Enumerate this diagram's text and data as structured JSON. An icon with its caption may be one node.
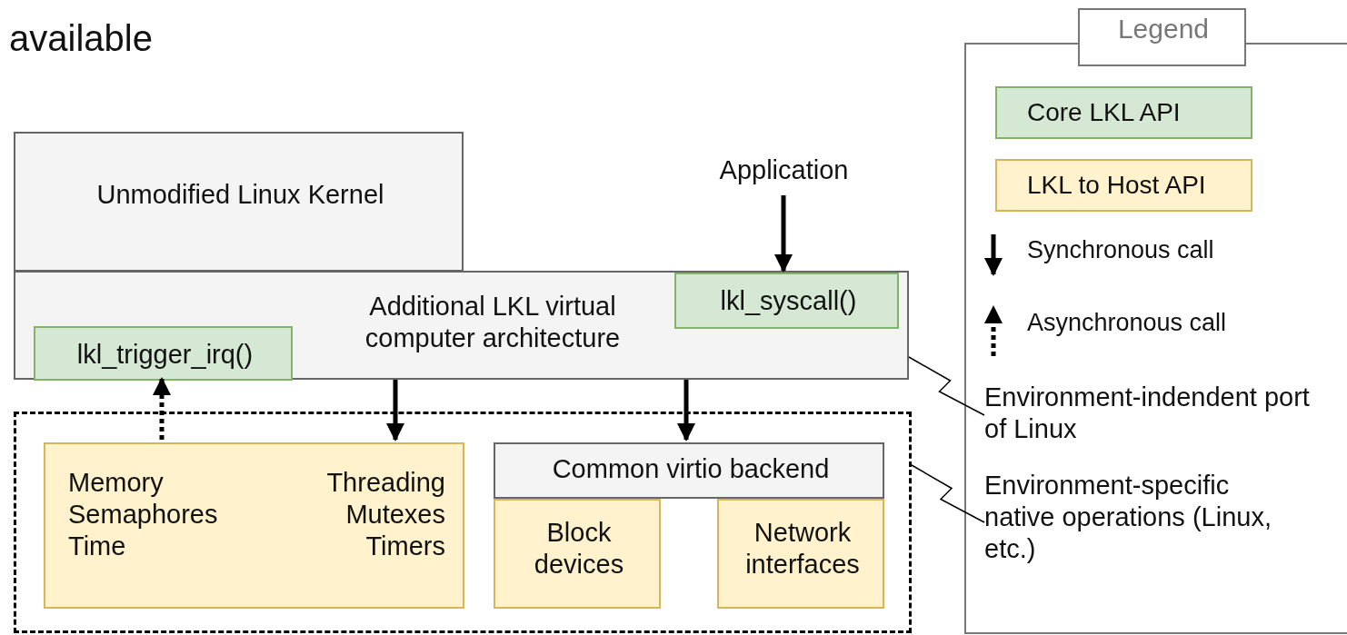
{
  "diagram": {
    "nodes": [
      {
        "text": [
          "Unmodified Linux Kernel"
        ]
      },
      {
        "text": [
          "Additional LKL virtual computer architecture"
        ]
      },
      {
        "text": [
          "lkl_syscall()"
        ],
        "in": 1
      },
      {
        "text": [
          "lkl_trigger_irq()"
        ],
        "in": 1
      },
      {
        "text": [
          "Application"
        ]
      },
      {
        "text": [],
        "shape": "box"
      },
      {
        "text": [
          "Memory Semaphores Time",
          "Threading Mutexes Timers"
        ],
        "in": 5
      },
      {
        "text": [
          "Common virtio backend"
        ],
        "in": 5
      },
      {
        "text": [
          "Block devices"
        ],
        "in": 5
      },
      {
        "text": [
          "Network interfaces"
        ],
        "in": 5
      },
      {
        "text": [
          "Environment-indendent port of Linux"
        ]
      },
      {
        "text": [
          "Environment-specific native operations (Linux, etc.)"
        ]
      }
    ],
    "edges": [
      {
        "from": 4,
        "to": 2,
        "arrow": "to"
      },
      {
        "from": 1,
        "to": 6,
        "arrow": "to"
      },
      {
        "from": 1,
        "to": 7,
        "arrow": "to"
      },
      {
        "from": 6,
        "to": 3,
        "arrow": "to",
        "style": "dashed"
      },
      {
        "from": 10,
        "to": 1,
        "arrow": "none"
      },
      {
        "from": 11,
        "to": 5,
        "arrow": "none"
      }
    ],
    "labels": [
      "available",
      "Legend"
    ],
    "legend": [
      {
        "text": "Core LKL API",
        "color": "#d5e8d4"
      },
      {
        "text": "LKL to Host API",
        "color": "#fff2cc"
      },
      {
        "text": "Synchronous call"
      },
      {
        "text": "Asynchronous call"
      }
    ]
  }
}
